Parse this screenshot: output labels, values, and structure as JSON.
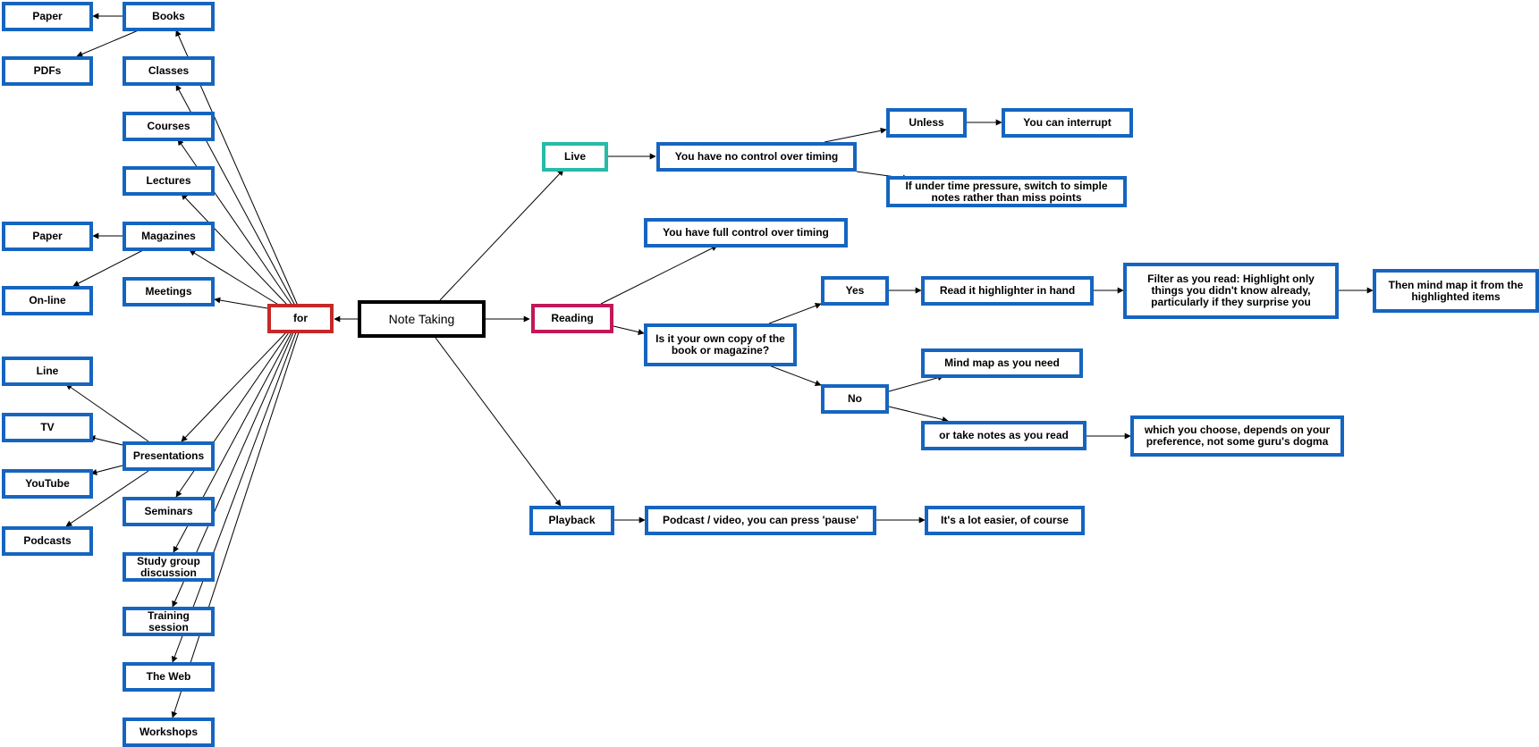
{
  "colors": {
    "node_border": "#1565C0",
    "root_border": "#000000",
    "for_border": "#C62828",
    "live_border": "#26BBA8",
    "reading_border": "#C2185B",
    "edge": "#000000"
  },
  "nodes": {
    "note_taking": "Note Taking",
    "for": "for",
    "books": "Books",
    "paper_books": "Paper",
    "pdfs": "PDFs",
    "classes": "Classes",
    "courses": "Courses",
    "lectures": "Lectures",
    "magazines": "Magazines",
    "paper_mag": "Paper",
    "online": "On-line",
    "meetings": "Meetings",
    "presentations": "Presentations",
    "line": "Line",
    "tv": "TV",
    "youtube": "YouTube",
    "podcasts": "Podcasts",
    "seminars": "Seminars",
    "study_group": "Study group discussion",
    "training": "Training session",
    "the_web": "The Web",
    "workshops": "Workshops",
    "live": "Live",
    "no_control": "You have no control over timing",
    "unless": "Unless",
    "can_interrupt": "You can interrupt",
    "time_pressure": "If under time pressure, switch to simple notes rather than miss points",
    "reading": "Reading",
    "full_control": "You have full control over timing",
    "own_copy": "Is it your own copy of the book or magazine?",
    "yes": "Yes",
    "highlighter": "Read it highlighter in hand",
    "filter": "Filter as you read: Highlight only things you didn't know already, particularly if they surprise you",
    "mind_map_items": "Then mind map it from  the highlighted items",
    "no": "No",
    "mind_map_need": "Mind map as you need",
    "take_notes": "or take notes as you read",
    "which_choose": "which you choose, depends on your preference, not some guru's dogma",
    "playback": "Playback",
    "podcast_pause": "Podcast / video, you can press 'pause'",
    "easier": "It's a lot easier, of course"
  }
}
